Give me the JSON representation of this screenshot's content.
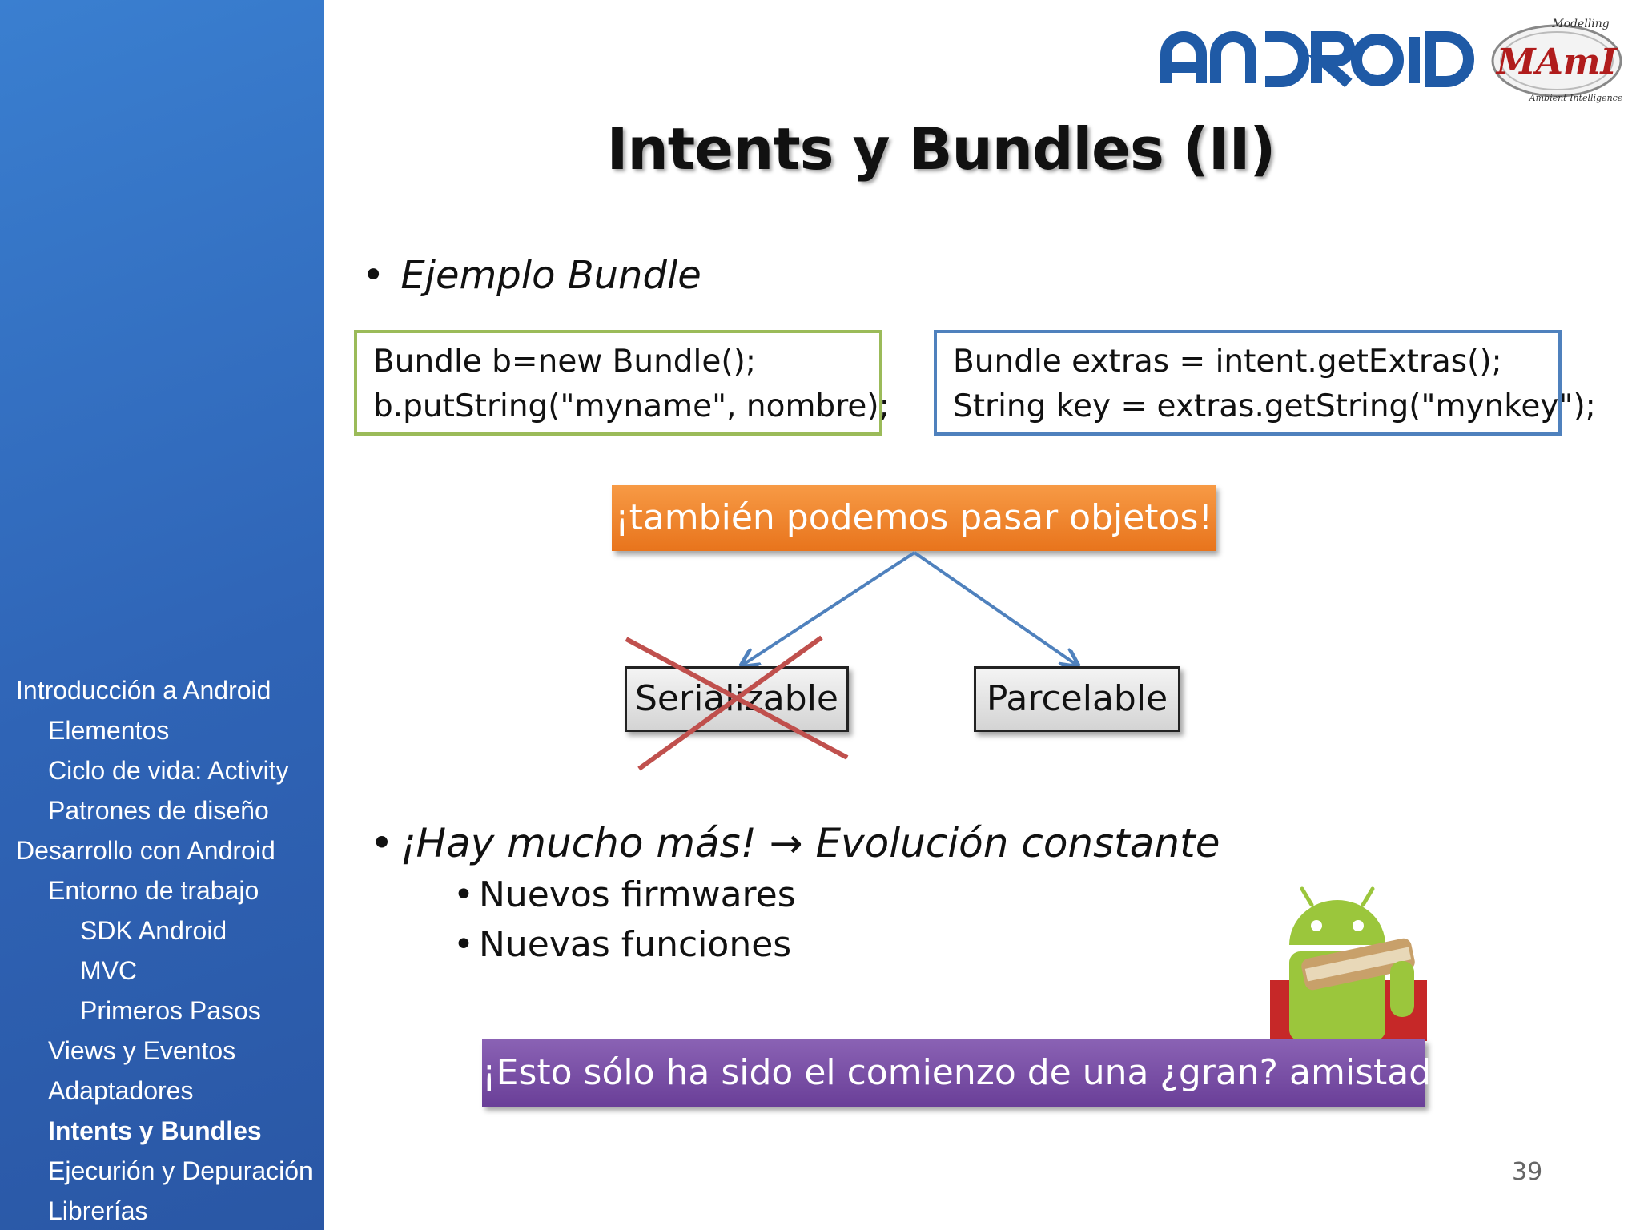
{
  "sidebar": {
    "items": [
      {
        "label": "Introducción a Android",
        "level": 0,
        "active": false
      },
      {
        "label": "Elementos",
        "level": 1,
        "active": false
      },
      {
        "label": "Ciclo de vida: Activity",
        "level": 1,
        "active": false
      },
      {
        "label": "Patrones de diseño",
        "level": 1,
        "active": false
      },
      {
        "label": "Desarrollo con Android",
        "level": 0,
        "active": false
      },
      {
        "label": "Entorno de trabajo",
        "level": 1,
        "active": false
      },
      {
        "label": "SDK Android",
        "level": 2,
        "active": false
      },
      {
        "label": "MVC",
        "level": 2,
        "active": false
      },
      {
        "label": "Primeros Pasos",
        "level": 2,
        "active": false
      },
      {
        "label": "Views y Eventos",
        "level": 1,
        "active": false
      },
      {
        "label": "Adaptadores",
        "level": 1,
        "active": false
      },
      {
        "label": "Intents y Bundles",
        "level": 1,
        "active": true
      },
      {
        "label": "Ejecurión y Depuración",
        "level": 1,
        "active": false
      },
      {
        "label": "Librerías",
        "level": 1,
        "active": false
      }
    ]
  },
  "header": {
    "logo_text": "ANDROID",
    "badge": {
      "main": "MAmI",
      "top": "Modelling",
      "bottom": "Ambient Intelligence"
    }
  },
  "slide": {
    "title": "Intents y Bundles (II)",
    "bullet1": {
      "dot": "•",
      "text": "Ejemplo Bundle"
    },
    "code_left": [
      "Bundle b=new Bundle();",
      "b.putString(\"myname\", nombre);"
    ],
    "code_right": [
      "Bundle extras = intent.getExtras();",
      "String key = extras.getString(\"mynkey\");"
    ],
    "callout": "¡también podemos pasar objetos!",
    "option_left": "Serializable",
    "option_right": "Parcelable",
    "bullet2": {
      "dot": "•",
      "text": "¡Hay mucho más!  → Evolución constante"
    },
    "sub_bullets": [
      "Nuevos firmwares",
      "Nuevas funciones"
    ],
    "sub_dot": "•",
    "banner": "¡Esto sólo ha sido el comienzo de una ¿gran? amistad!",
    "page_number": "39"
  },
  "colors": {
    "sidebar": "#2f64b6",
    "green_border": "#9bbb59",
    "blue_border": "#4f81bd",
    "orange": "#f08a2e",
    "purple": "#7a50a8",
    "cross": "#c0504d",
    "arrow": "#4f81bd",
    "logo": "#1f5aa6"
  }
}
